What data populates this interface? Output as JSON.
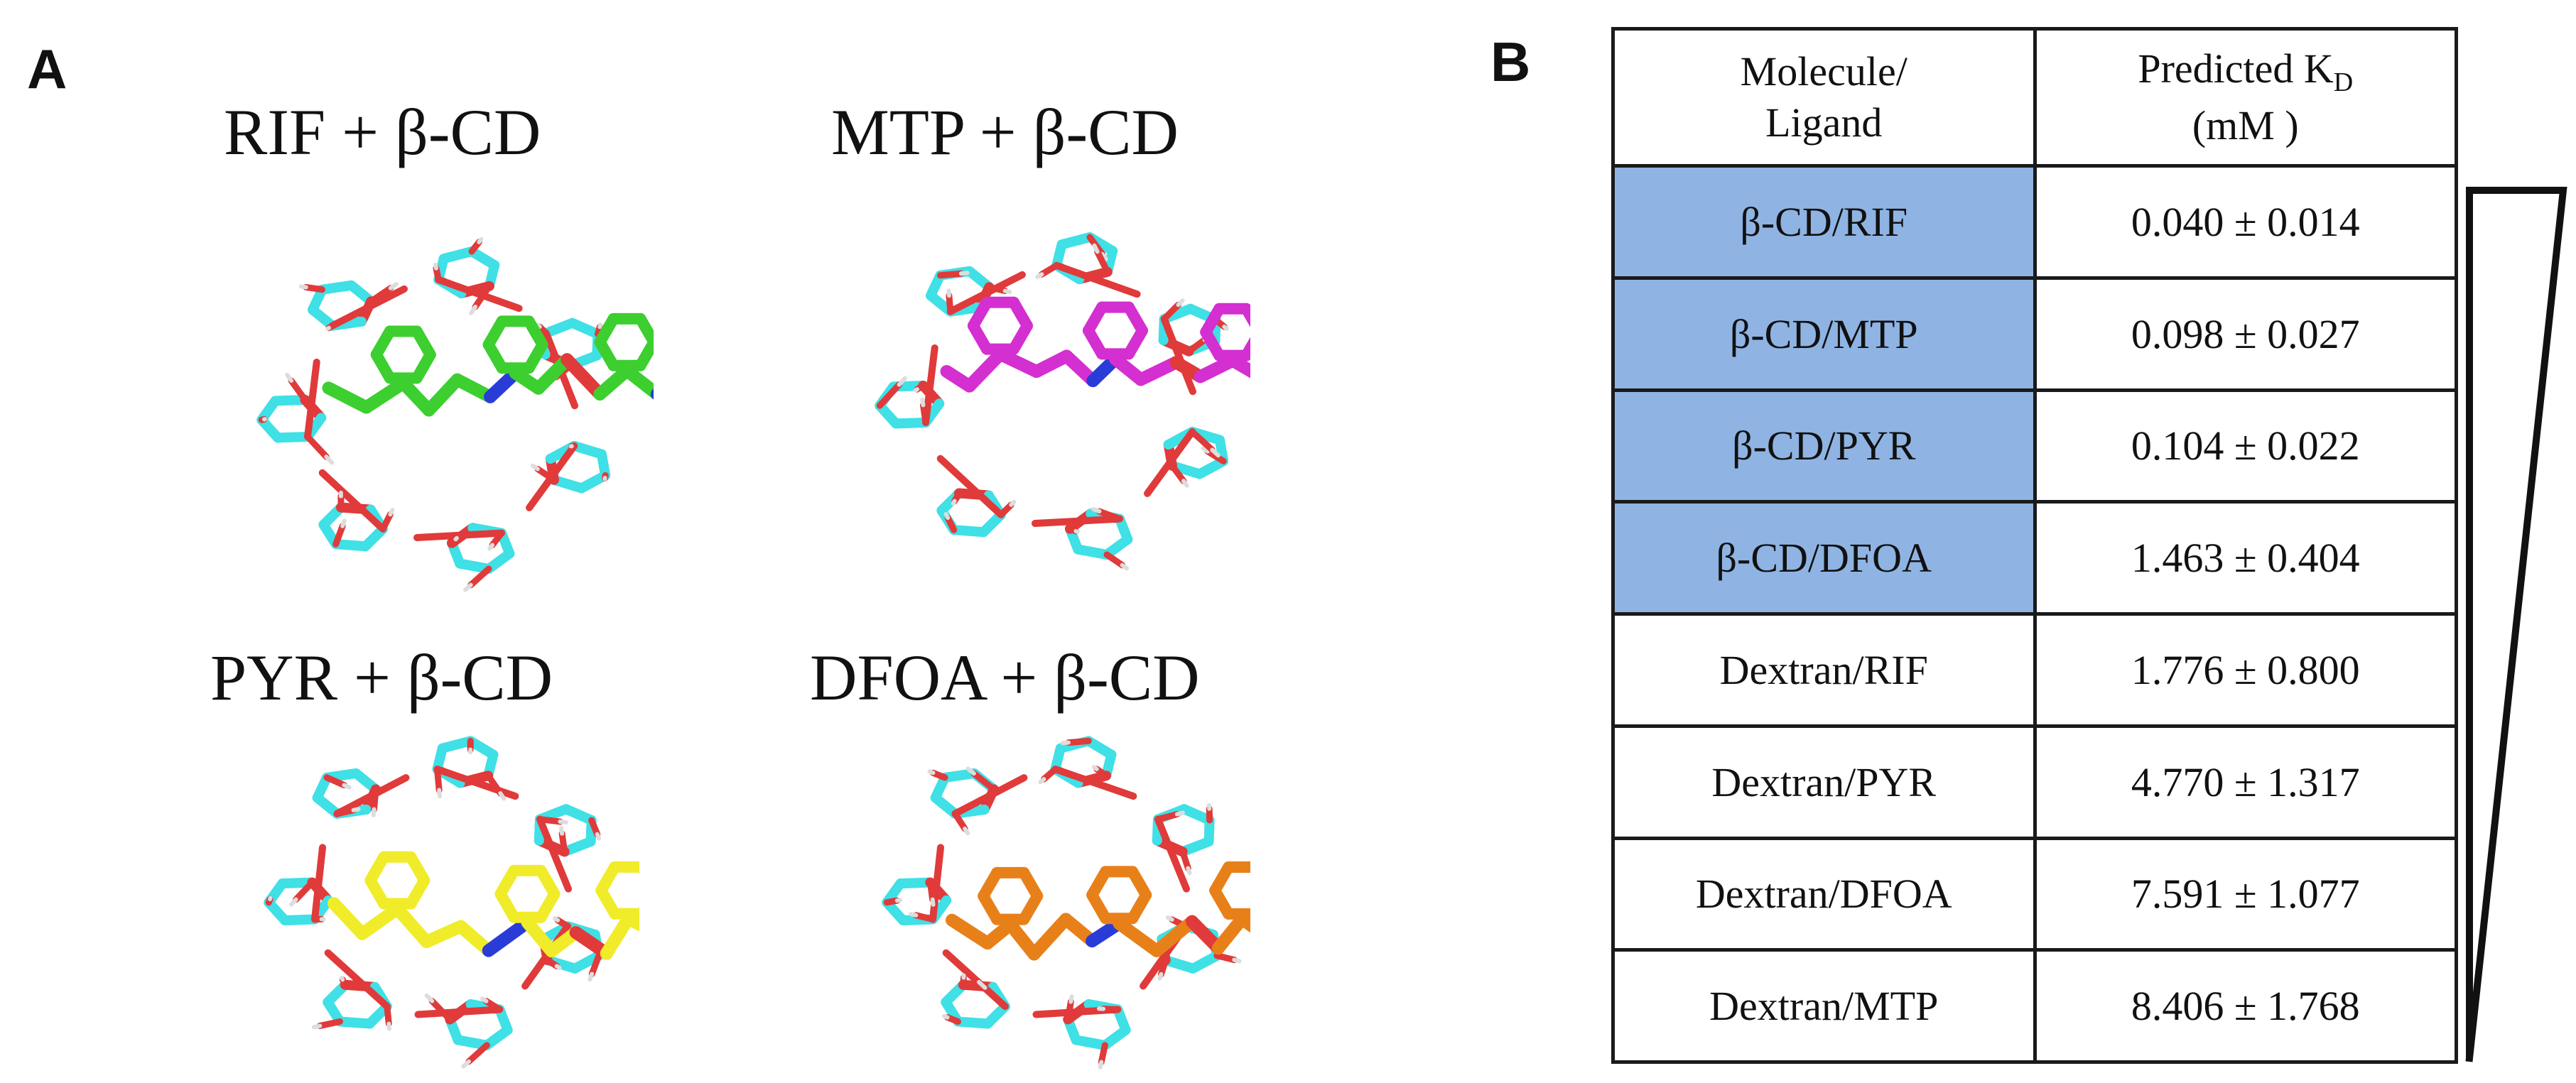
{
  "panel_a": {
    "letter": "A",
    "complexes": [
      {
        "label": "RIF + β-CD",
        "ligand_color": "#3ccf2f"
      },
      {
        "label": "MTP + β-CD",
        "ligand_color": "#d42fd0"
      },
      {
        "label": "PYR + β-CD",
        "ligand_color": "#f0ec2a"
      },
      {
        "label": "DFOA + β-CD",
        "ligand_color": "#e8801a"
      }
    ],
    "colors": {
      "cyclodextrin_carbon": "#3fe0e6",
      "oxygen": "#e03a3a",
      "nitrogen": "#2a3cd8",
      "hydrogen": "#dddddd"
    }
  },
  "panel_b": {
    "letter": "B",
    "header": {
      "col1_line1": "Molecule/",
      "col1_line2": "Ligand",
      "col2_line1": "Predicted K",
      "col2_sub": "D",
      "col2_line2": "(mM )"
    },
    "rows": [
      {
        "ligand": "β-CD/RIF",
        "kd": "0.040 ± 0.014",
        "highlight": true
      },
      {
        "ligand": "β-CD/MTP",
        "kd": "0.098 ± 0.027",
        "highlight": true
      },
      {
        "ligand": "β-CD/PYR",
        "kd": "0.104 ± 0.022",
        "highlight": true
      },
      {
        "ligand": "β-CD/DFOA",
        "kd": "1.463 ± 0.404",
        "highlight": true
      },
      {
        "ligand": "Dextran/RIF",
        "kd": "1.776 ± 0.800",
        "highlight": false
      },
      {
        "ligand": "Dextran/PYR",
        "kd": "4.770 ± 1.317",
        "highlight": false
      },
      {
        "ligand": "Dextran/DFOA",
        "kd": "7.591 ± 1.077",
        "highlight": false
      },
      {
        "ligand": "Dextran/MTP",
        "kd": "8.406 ± 1.768",
        "highlight": false
      }
    ],
    "highlight_color": "#8fb4e3"
  }
}
